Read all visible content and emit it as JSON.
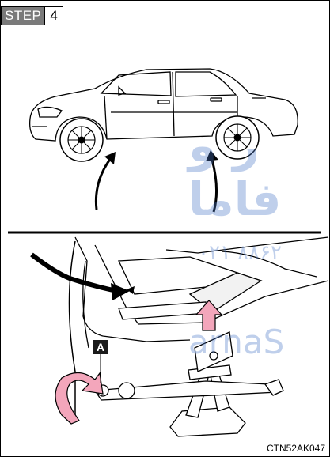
{
  "step": {
    "label": "STEP",
    "number": "4"
  },
  "callout": {
    "label": "A"
  },
  "caption": "CTN52AK047",
  "watermark": {
    "line1": "ر و فاما",
    "line2": "۰۲۱ ۸۸۶۲",
    "line3": "arnaS"
  },
  "colors": {
    "arrow_pink": "#f3a6bb",
    "watermark_blue": "#4a78c8"
  }
}
